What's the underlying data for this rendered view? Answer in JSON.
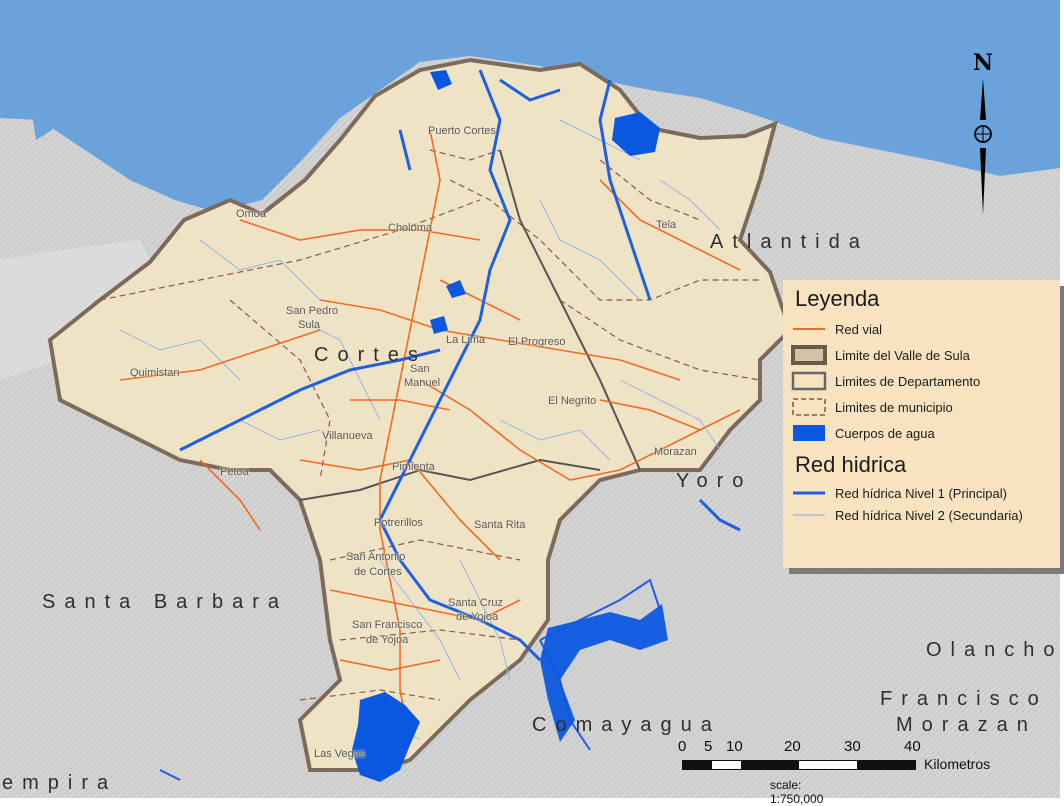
{
  "colors": {
    "valley": "#efe3c6",
    "sea": "#6aa2dc",
    "terrain": "#d6d6d6",
    "water": "#0b58e0",
    "river_main": "#1f5fe0",
    "river_sec": "#8fb6e8",
    "roads": "#f26a22",
    "boundary_valley": "#7d6a5a",
    "boundary_dept": "#555555",
    "boundary_muni": "#8b5a3c"
  },
  "departments": {
    "cortes": "Cortes",
    "atlantida": "Atlantida",
    "yoro": "Yoro",
    "santa_barbara": "Santa Barbara",
    "comayagua": "Comayagua",
    "francisco_morazan_1": "Francisco",
    "francisco_morazan_2": "Morazan",
    "olancho": "Olancho",
    "lempira": "empira"
  },
  "municipalities": {
    "puerto_cortes": "Puerto Cortes",
    "omoa": "Omoa",
    "choloma": "Choloma",
    "tela": "Tela",
    "san_pedro_sula_1": "San Pedro",
    "san_pedro_sula_2": "Sula",
    "la_lima": "La Lima",
    "el_progreso": "El Progreso",
    "quimistan": "Quimistan",
    "san_manuel_1": "San",
    "san_manuel_2": "Manuel",
    "el_negrito": "El Negrito",
    "villanueva": "Villanueva",
    "pimienta": "Pimienta",
    "morazan": "Morazan",
    "petoa": "Petoa",
    "potrerillos": "Potrerillos",
    "santa_rita": "Santa Rita",
    "san_antonio_1": "San Antonio",
    "san_antonio_2": "de Cortes",
    "santa_cruz_1": "Santa Cruz",
    "santa_cruz_2": "de Yojoa",
    "san_francisco_1": "San Francisco",
    "san_francisco_2": "de Yojoa",
    "las_vegas": "Las Vegas"
  },
  "legend": {
    "title": "Leyenda",
    "items": [
      {
        "label": "Red vial"
      },
      {
        "label": "Limite del Valle de Sula"
      },
      {
        "label": "Limites de Departamento"
      },
      {
        "label": "Limites de municipio"
      },
      {
        "label": "Cuerpos de agua"
      }
    ],
    "subtitle": "Red hidrica",
    "hydro_items": [
      {
        "label": "Red hídrica Nivel 1 (Principal)"
      },
      {
        "label": "Red hídrica Nivel 2 (Secundaria)"
      }
    ]
  },
  "scale": {
    "ticks": [
      "0",
      "5",
      "10",
      "20",
      "30",
      "40"
    ],
    "unit": "Kilometros",
    "ratio": "scale: 1:750,000"
  },
  "north_arrow": {
    "letter": "N",
    "icon": "north-arrow-icon"
  }
}
